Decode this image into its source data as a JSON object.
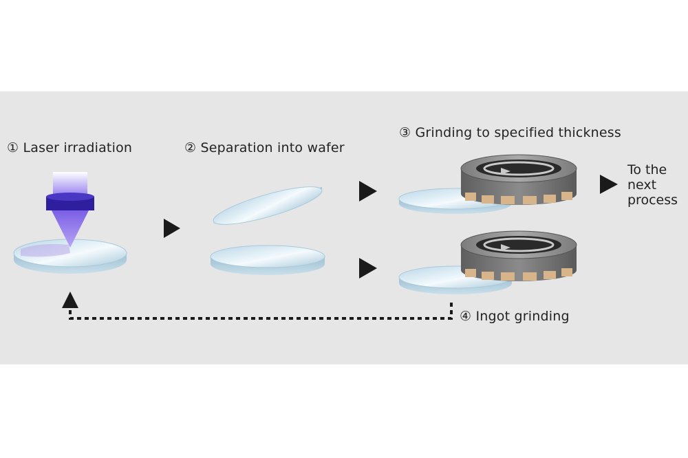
{
  "steps": {
    "step1": "① Laser irradiation",
    "step2": "② Separation into wafer",
    "step3": "③ Grinding to specified thickness",
    "step4": "④ Ingot grinding"
  },
  "next_process": [
    "To the",
    "next",
    "process"
  ],
  "colors": {
    "background": "#e6e6e6",
    "wafer": "#cfe4ef",
    "wafer_edge": "#a9c9da",
    "laser": "#6b4fd8",
    "grinder_top": "#9a9a9a",
    "grinder_side": "#6f6f6f",
    "grinder_teeth": "#d8b48a",
    "arrow": "#1a1a1a"
  }
}
